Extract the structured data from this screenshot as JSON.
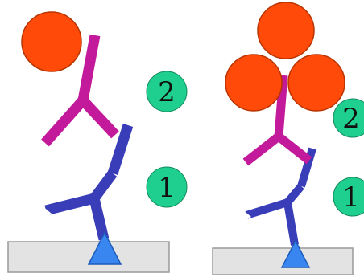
{
  "labels": {
    "left_upper": "2",
    "left_lower": "1",
    "right_upper": "2",
    "right_lower": "1"
  },
  "colors": {
    "background": "#ffffff",
    "surface_fill": "#e3e3e3",
    "surface_stroke": "#9a9a9a",
    "anchor_triangle": "#3a86f0",
    "primary_antibody": "#3a3db8",
    "secondary_antibody": "#c21a9a",
    "label_enzyme": "#ff4a0a",
    "number_circle": "#1fcf8f"
  }
}
